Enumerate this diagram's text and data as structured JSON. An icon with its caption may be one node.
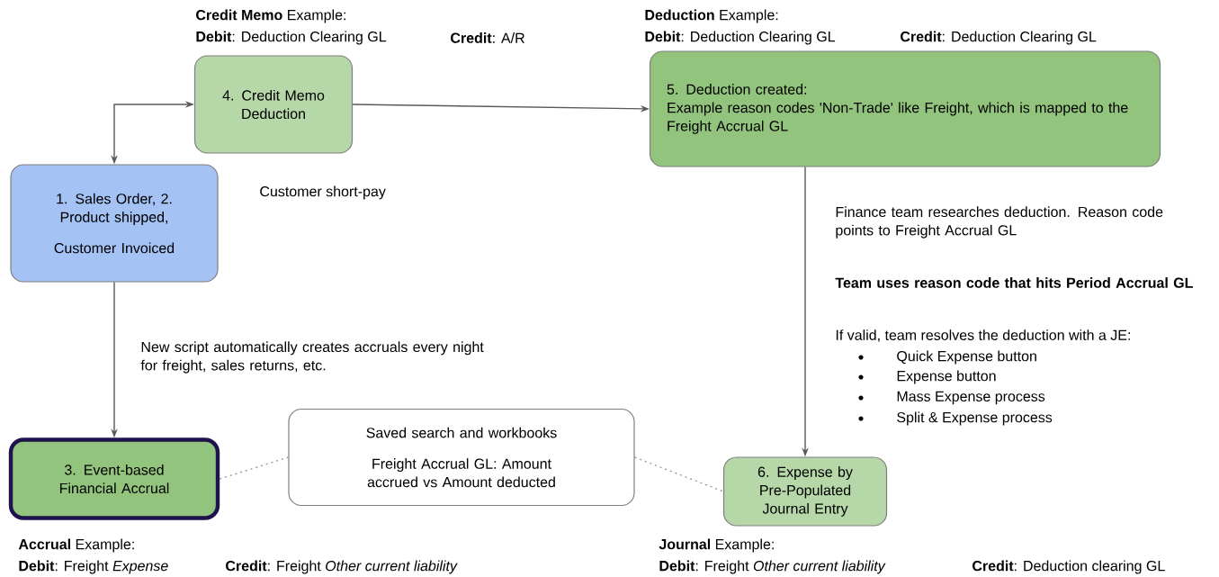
{
  "diagram": {
    "nodes": [
      {
        "text": [
          "1. Sales Order, 2. Product shipped,",
          "Customer Invoiced"
        ]
      },
      {
        "text": [
          "4. Credit Memo Deduction"
        ]
      },
      {
        "text": [
          "5. Deduction created:",
          "Example reason codes 'Non-Trade' like Freight, which is mapped to the Freight Accrual GL"
        ]
      },
      {
        "text": [
          "3. Event-based Financial Accrual"
        ]
      },
      {
        "text": [
          "Saved search and workbooks",
          "Freight Accrual GL: Amount accrued vs Amount deducted"
        ]
      },
      {
        "text": [
          "6. Expense by Pre-Populated Journal Entry"
        ]
      }
    ],
    "edges": [
      {
        "from": 0,
        "to": 1,
        "arrow": "both"
      },
      {
        "from": 1,
        "to": 2,
        "arrow": "to"
      },
      {
        "from": 0,
        "to": 3,
        "arrow": "to"
      },
      {
        "from": 2,
        "to": 5,
        "arrow": "to"
      },
      {
        "from": 3,
        "to": 4,
        "arrow": "none",
        "style": "dashed",
        "color": "#999999"
      },
      {
        "from": 4,
        "to": 5,
        "arrow": "none",
        "style": "dashed",
        "color": "#999999"
      }
    ],
    "labels": [
      "**Credit Memo** Example:",
      "**Debit**: Deduction Clearing GL",
      "**Credit**: A/R",
      "**Deduction** Example:",
      "**Debit**: Deduction Clearing GL",
      "**Credit**: Deduction Clearing GL",
      "Customer short-pay",
      "Finance team researches deduction. Reason code points to Freight Accrual GL",
      "Team uses reason code that hits Period Accrual GL",
      "If valid, team resolves the deduction with a JE:",
      "Quick Expense button",
      "Expense button",
      "Mass Expense process",
      "Split & Expense process",
      "New script automatically creates accruals every night for freight, sales returns, etc.",
      "**Accrual** Example:",
      "**Debit**: Freight *Expense*",
      "**Credit**: Freight *Other current liability*",
      "**Journal** Example:",
      "**Debit**: Freight *Other current liability*",
      "**Credit**: Deduction clearing GL"
    ]
  }
}
